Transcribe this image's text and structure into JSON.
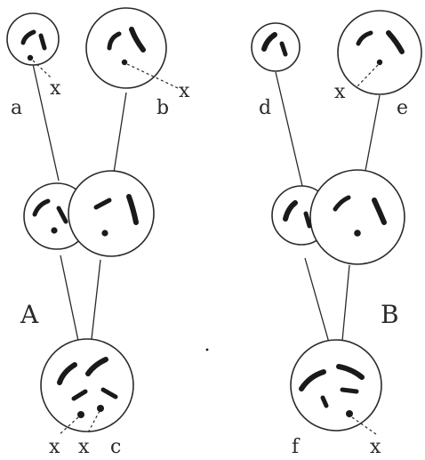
{
  "panels": {
    "left": {
      "label": "A"
    },
    "right": {
      "label": "B"
    }
  },
  "cell_labels": {
    "a": "a",
    "b": "b",
    "c": "c",
    "d": "d",
    "e": "e",
    "f": "f"
  },
  "x_labels": {
    "a": "x",
    "b": "x",
    "c_left": "x",
    "c_right": "x",
    "e": "x",
    "f": "x"
  }
}
